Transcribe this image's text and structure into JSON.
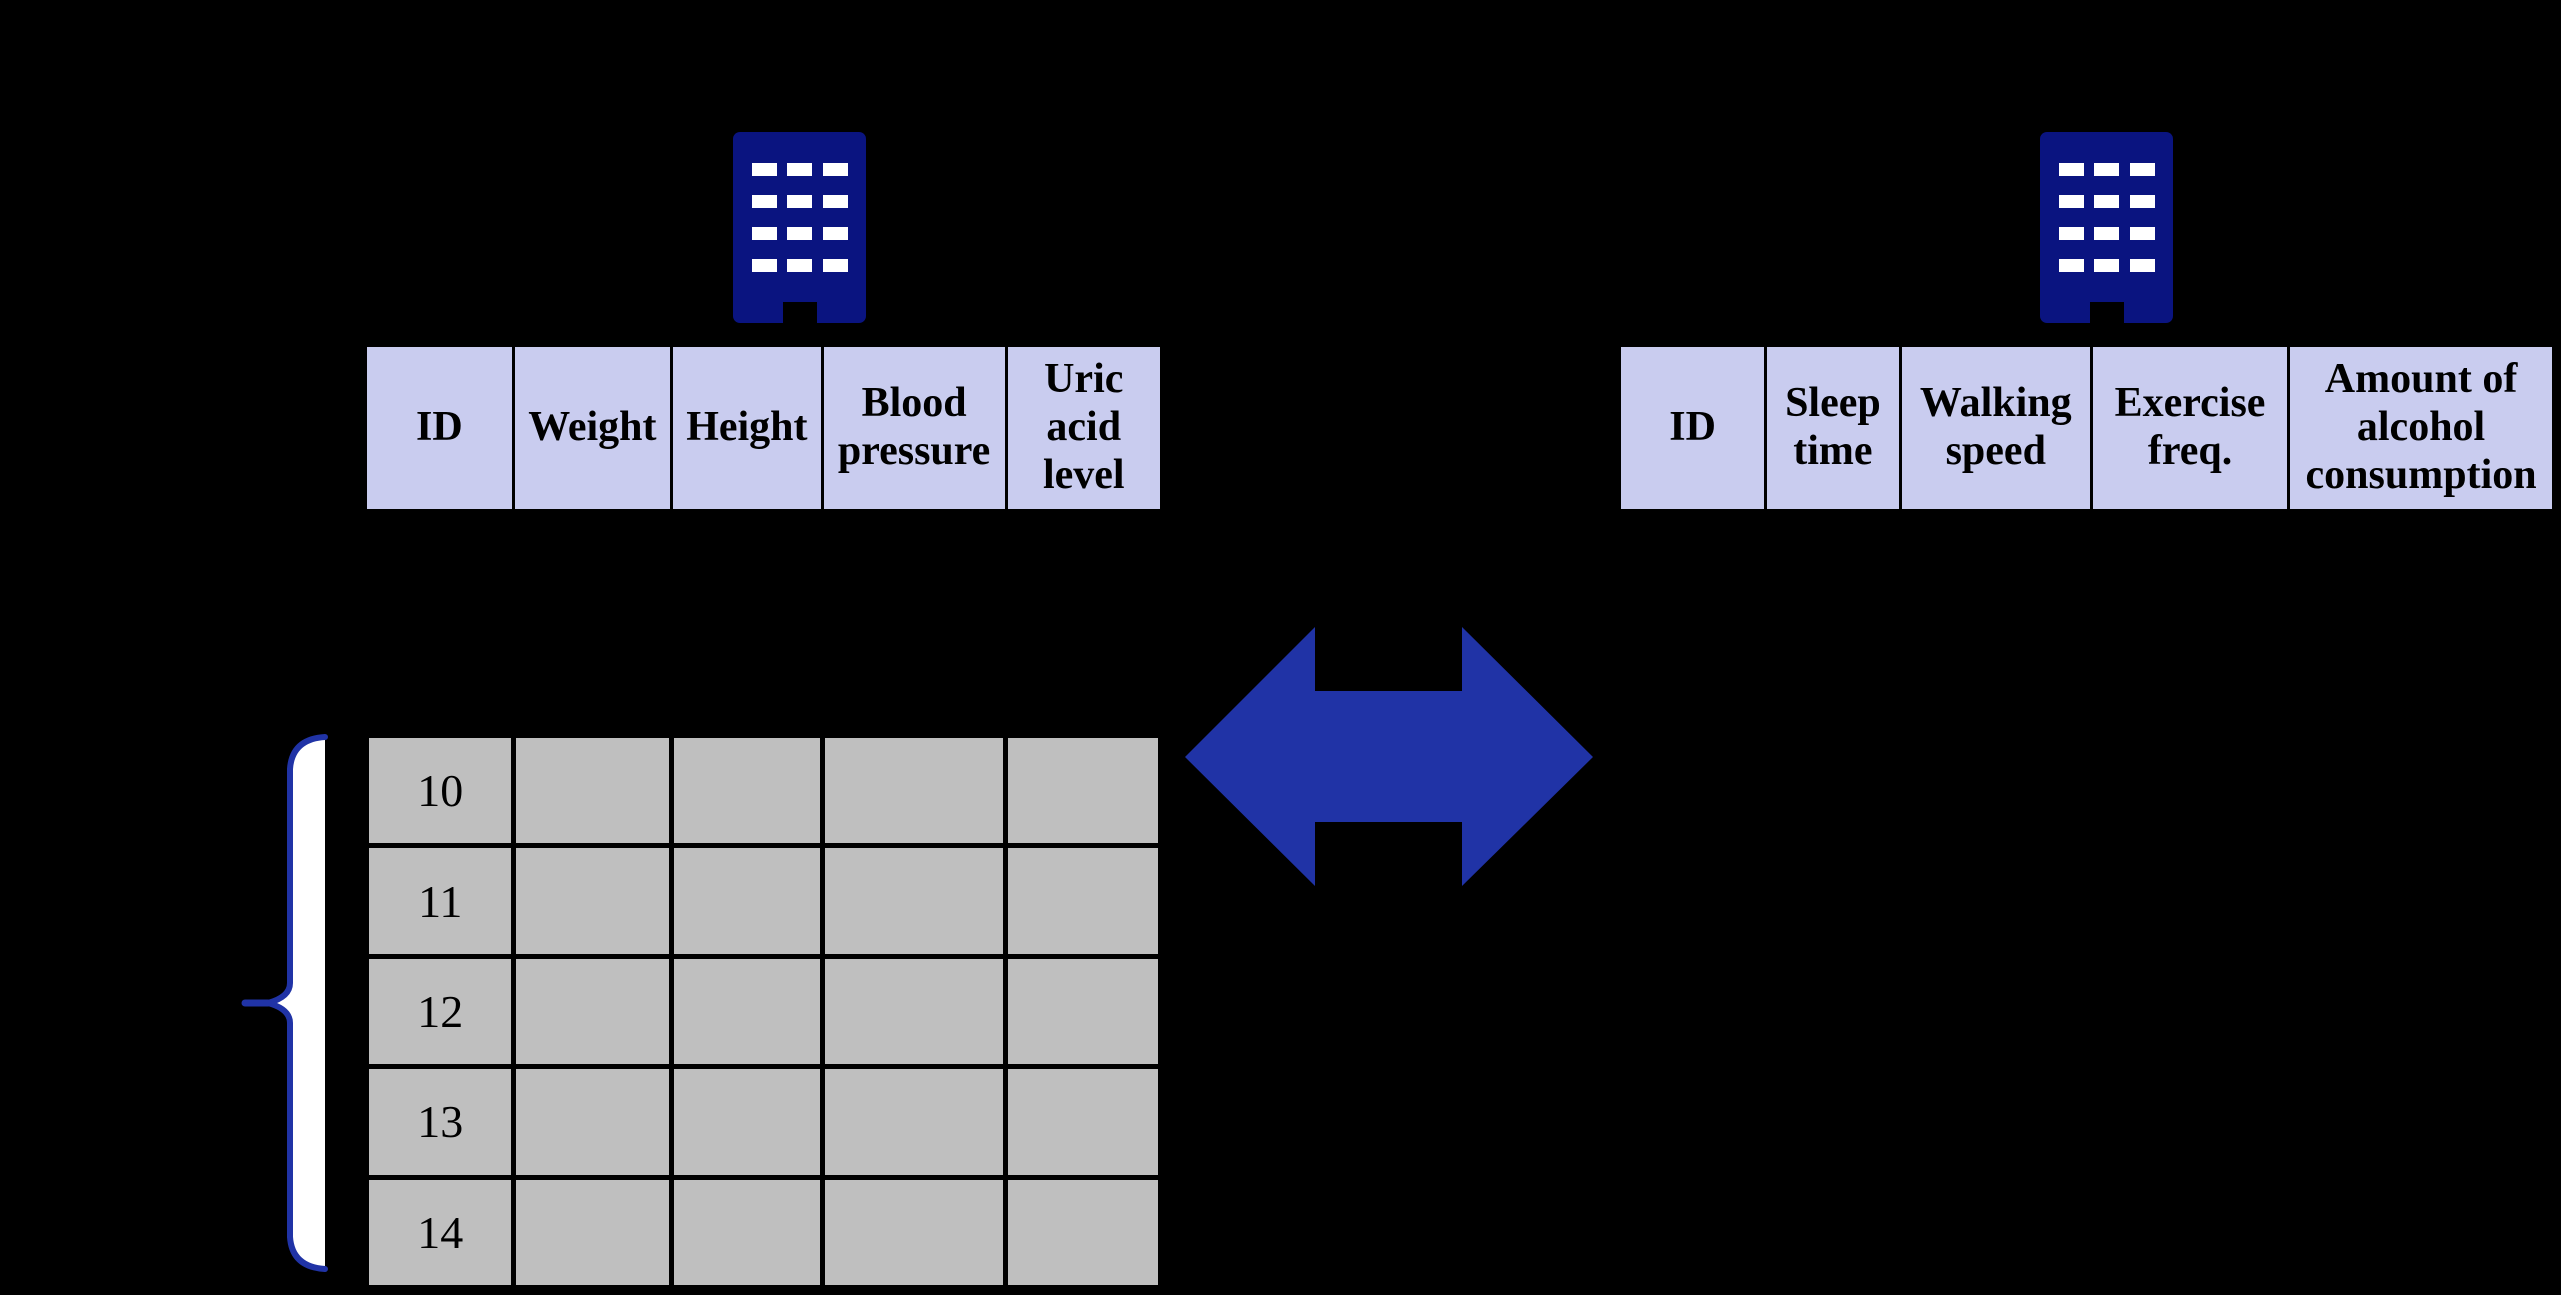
{
  "palette": {
    "background": "#000000",
    "text_color": "#000000",
    "header_cell_fill": "#C9CCEF",
    "data_cell_fill": "#BFBFBF",
    "grid_line": "#000000",
    "accent_blue": "#2033A6",
    "building_navy": "#0A1480",
    "window_white": "#FFFFFF",
    "brace_fill": "#FFFFFF"
  },
  "left_source": {
    "icon": "office-building-icon",
    "columns": [
      "ID",
      "Weight",
      "Height",
      "Blood pressure",
      "Uric acid level"
    ]
  },
  "right_source": {
    "icon": "office-building-icon",
    "columns": [
      "ID",
      "Sleep time",
      "Walking speed",
      "Exercise freq.",
      "Amount of alcohol consumption"
    ]
  },
  "records": {
    "num_columns": 5,
    "row_ids": [
      "10",
      "11",
      "12",
      "13",
      "14"
    ]
  },
  "connector": {
    "icon": "double-arrow-icon"
  },
  "brace": {
    "icon": "left-brace-icon"
  }
}
